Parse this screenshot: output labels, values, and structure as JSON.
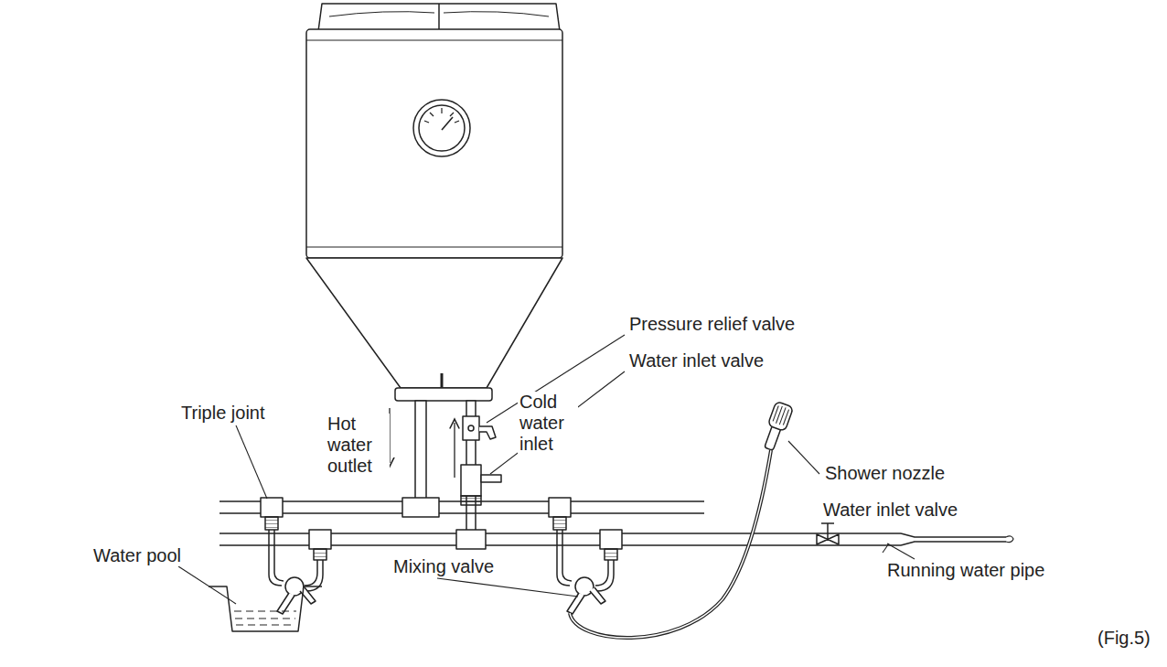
{
  "diagram": {
    "caption": "(Fig.5)",
    "labels": [
      "Pressure relief valve",
      "Triple joint",
      "Water inlet valve",
      "Hot water outlet",
      "Cold water inlet",
      "Shower nozzle",
      "Water inlet valve",
      "Water pool",
      "Running water pipe",
      "Mixing valve"
    ]
  }
}
